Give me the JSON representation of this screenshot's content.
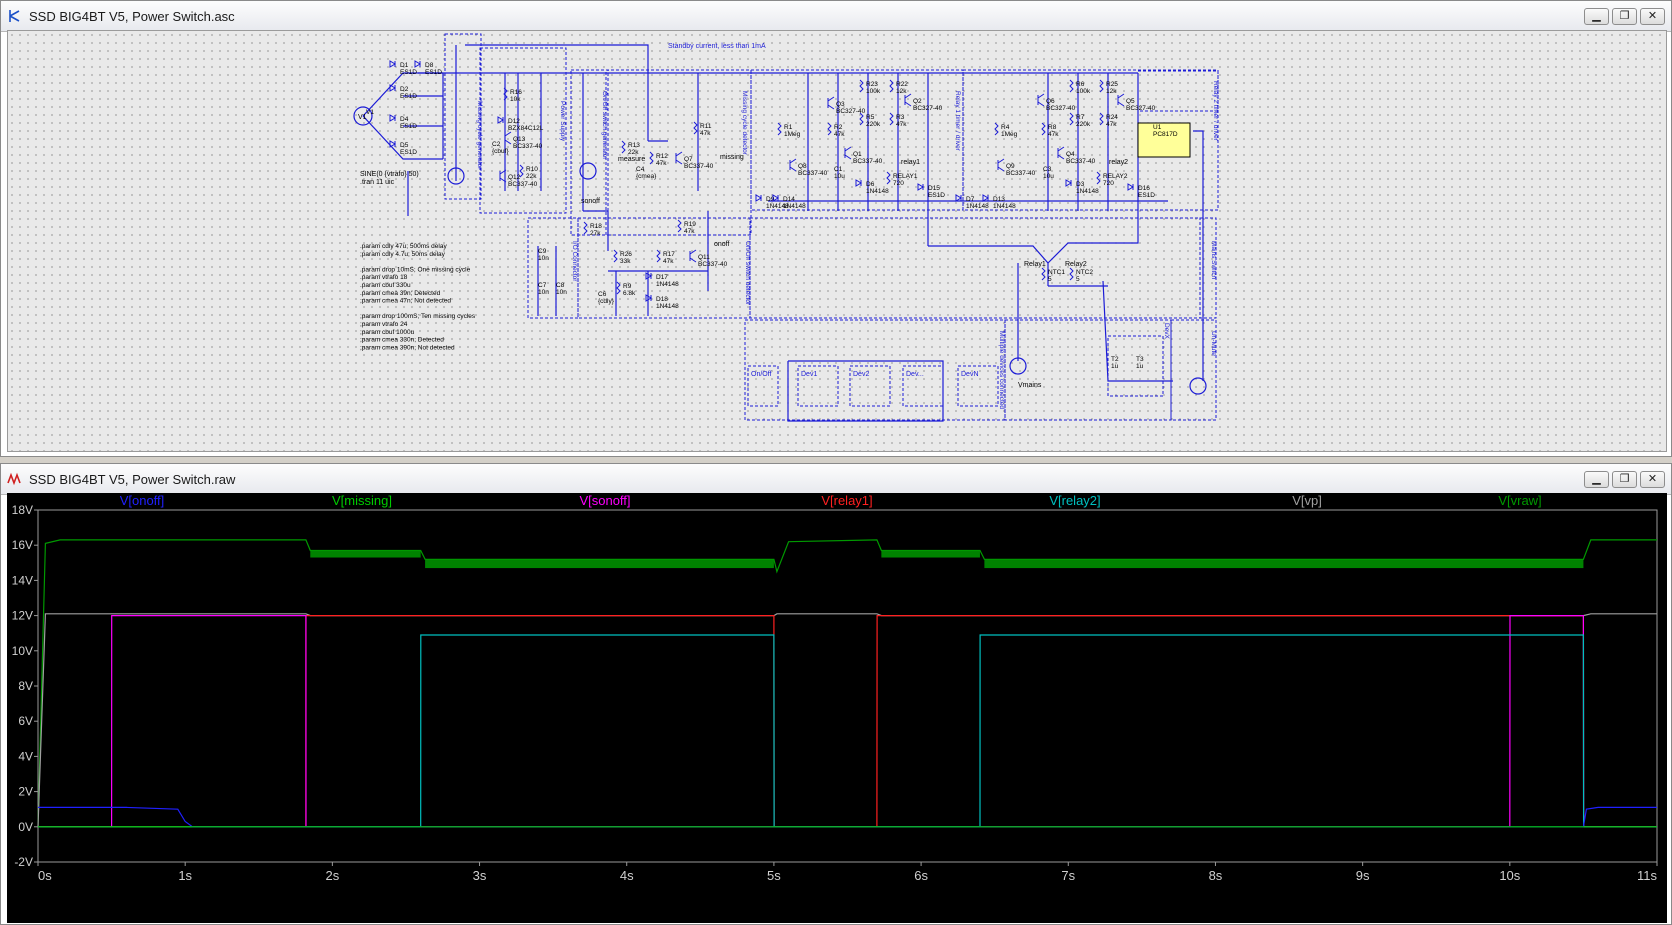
{
  "schematic_window": {
    "title": "SSD BIG4BT V5, Power Switch.asc",
    "controls": [
      "minimize",
      "restore",
      "close"
    ]
  },
  "waveform_window": {
    "title": "SSD BIG4BT V5, Power Switch.raw",
    "controls": [
      "minimize",
      "restore",
      "close"
    ]
  },
  "schematic": {
    "notes": {
      "standby": "Standby current, less than 1mA",
      "source": "SINE(0 {vtrafo} 50)",
      "tran": ".tran 11 uic",
      "params": [
        ".param cdly 47u; 500ms delay",
        ";param cdly 4.7u; 50ms delay",
        "",
        ".param drop 10mS; One missing cycle",
        ".param vtrafo 18",
        ".param cbuf 330u",
        ".param cmea 39n; Detected",
        ";param cmea 47n; Not detected",
        "",
        ";param drop 100mS; Ten missing cycles",
        ";param vtrafo 24",
        ";param cbuf 1000u",
        ";param cmea 330n; Detected",
        ";param cmea 390n; Not detected"
      ]
    },
    "section_labels": [
      "Missing cycle generator",
      "Power Supply",
      "On/Off switch generator",
      "Missing cycle detector",
      "Relay 1 timer / driver",
      "Relay 2 timer / driver",
      "I/O Connector",
      "On/Off switch detector",
      "Mains Switch",
      "Multiple devices connected",
      "DevX",
      "Un-Mute"
    ],
    "components": [
      {
        "ref": "V1"
      },
      {
        "ref": "D1",
        "val": "ES1D"
      },
      {
        "ref": "D2",
        "val": "ES1D"
      },
      {
        "ref": "D4",
        "val": "ES1D"
      },
      {
        "ref": "D5",
        "val": "ES1D"
      },
      {
        "ref": "D8",
        "val": "ES1D"
      },
      {
        "ref": "R16",
        "val": "10k"
      },
      {
        "ref": "D12",
        "val": "BZX84C12L"
      },
      {
        "ref": "C2",
        "val": "{cbuf}"
      },
      {
        "ref": "Q12",
        "val": "BC337-40"
      },
      {
        "ref": "R10",
        "val": "22k"
      },
      {
        "ref": "Q13",
        "val": "BC337-40"
      },
      {
        "ref": "R13",
        "val": "22k"
      },
      {
        "ref": "C4",
        "val": "{cmea}"
      },
      {
        "ref": "R12",
        "val": "47k"
      },
      {
        "ref": "Q7",
        "val": "BC337-40"
      },
      {
        "ref": "R11",
        "val": "47k"
      },
      {
        "ref": "R1",
        "val": "1Meg"
      },
      {
        "ref": "R2",
        "val": "47k"
      },
      {
        "ref": "R23",
        "val": "100k"
      },
      {
        "ref": "R5",
        "val": "220k"
      },
      {
        "ref": "R22",
        "val": "12k"
      },
      {
        "ref": "R3",
        "val": "47k"
      },
      {
        "ref": "Q3",
        "val": "BC327-40"
      },
      {
        "ref": "Q2",
        "val": "BC327-40"
      },
      {
        "ref": "Q1",
        "val": "BC337-40"
      },
      {
        "ref": "Q8",
        "val": "BC337-40"
      },
      {
        "ref": "C1",
        "val": "10u"
      },
      {
        "ref": "D9",
        "val": "1N4148"
      },
      {
        "ref": "D14",
        "val": "1N4148"
      },
      {
        "ref": "D6",
        "val": "1N4148"
      },
      {
        "ref": "RELAY1",
        "val": "720"
      },
      {
        "ref": "D15",
        "val": "ES1D"
      },
      {
        "ref": "R4",
        "val": "1Meg"
      },
      {
        "ref": "R8",
        "val": "47k"
      },
      {
        "ref": "R6",
        "val": "100k"
      },
      {
        "ref": "R7",
        "val": "220k"
      },
      {
        "ref": "R25",
        "val": "12k"
      },
      {
        "ref": "R24",
        "val": "47k"
      },
      {
        "ref": "Q6",
        "val": "BC327-40"
      },
      {
        "ref": "Q5",
        "val": "BC327-40"
      },
      {
        "ref": "Q4",
        "val": "BC337-40"
      },
      {
        "ref": "Q9",
        "val": "BC337-40"
      },
      {
        "ref": "C3",
        "val": "10u"
      },
      {
        "ref": "D7",
        "val": "1N4148"
      },
      {
        "ref": "D13",
        "val": "1N4148"
      },
      {
        "ref": "D3",
        "val": "1N4148"
      },
      {
        "ref": "RELAY2",
        "val": "720"
      },
      {
        "ref": "D16",
        "val": "ES1D"
      },
      {
        "ref": "U1",
        "val": "PC817D"
      },
      {
        "ref": "R18",
        "val": "27k"
      },
      {
        "ref": "C9",
        "val": "10n"
      },
      {
        "ref": "C7",
        "val": "10n"
      },
      {
        "ref": "C8",
        "val": "10n"
      },
      {
        "ref": "R26",
        "val": "33k"
      },
      {
        "ref": "C6",
        "val": "{cdly}"
      },
      {
        "ref": "R9",
        "val": "6.8k"
      },
      {
        "ref": "R17",
        "val": "47k"
      },
      {
        "ref": "D17",
        "val": "1N4148"
      },
      {
        "ref": "D18",
        "val": "1N4148"
      },
      {
        "ref": "R19",
        "val": "47k"
      },
      {
        "ref": "Q11",
        "val": "BC337-40"
      },
      {
        "ref": "NTC1",
        "val": "5"
      },
      {
        "ref": "NTC2",
        "val": "5"
      },
      {
        "ref": "T2",
        "val": "1u"
      },
      {
        "ref": "T3",
        "val": "1u"
      }
    ],
    "net_labels": [
      "measure",
      "missing",
      "sonoff",
      "onoff",
      "relay1",
      "relay2",
      "Relay1",
      "Relay2",
      "Vmains"
    ],
    "device_boxes": [
      "On/Off",
      "Dev1",
      "Dev2",
      "Dev...",
      "DevN"
    ]
  },
  "plot": {
    "traces": [
      {
        "name": "V[onoff]",
        "color": "#2020ff"
      },
      {
        "name": "V[missing]",
        "color": "#00cc00"
      },
      {
        "name": "V[sonoff]",
        "color": "#ff00ff"
      },
      {
        "name": "V[relay1]",
        "color": "#ff2020"
      },
      {
        "name": "V[relay2]",
        "color": "#00c0c0"
      },
      {
        "name": "V[vp]",
        "color": "#a0a0a0"
      },
      {
        "name": "V[vraw]",
        "color": "#009900"
      }
    ],
    "y_ticks": [
      "18V",
      "16V",
      "14V",
      "12V",
      "10V",
      "8V",
      "6V",
      "4V",
      "2V",
      "0V",
      "-2V"
    ],
    "x_ticks": [
      "0s",
      "1s",
      "2s",
      "3s",
      "4s",
      "5s",
      "6s",
      "7s",
      "8s",
      "9s",
      "10s",
      "11s"
    ]
  },
  "chart_data": {
    "type": "line",
    "xlabel": "",
    "ylabel": "",
    "xlim": [
      0,
      11
    ],
    "ylim": [
      -2,
      18
    ],
    "grid": false,
    "legend": "top",
    "series": [
      {
        "name": "V[vraw]",
        "x": [
          0,
          0.05,
          0.15,
          1.82,
          1.85,
          2.6,
          2.63,
          5.0,
          5.02,
          5.1,
          5.7,
          5.73,
          6.4,
          6.43,
          10.0,
          10.5,
          10.55,
          11
        ],
        "y": [
          0,
          16.1,
          16.3,
          16.3,
          15.7,
          15.7,
          15.2,
          15.2,
          14.5,
          16.2,
          16.3,
          15.7,
          15.7,
          15.2,
          15.2,
          15.2,
          16.3,
          16.3
        ]
      },
      {
        "name": "V[vp]",
        "x": [
          0,
          0.05,
          1.82,
          1.85,
          5.0,
          5.02,
          5.7,
          5.73,
          10.5,
          10.55,
          11
        ],
        "y": [
          0,
          12.1,
          12.1,
          12.0,
          12.0,
          12.1,
          12.1,
          12.0,
          12.0,
          12.1,
          12.1
        ]
      },
      {
        "name": "V[relay1]",
        "x": [
          0,
          1.82,
          1.821,
          5.0,
          5.001,
          5.7,
          5.701,
          10.0,
          10.001,
          10.5,
          10.501,
          11
        ],
        "y": [
          0,
          0,
          12.0,
          12.0,
          0,
          0,
          12.0,
          12.0,
          12.0,
          12.0,
          0,
          0
        ]
      },
      {
        "name": "V[sonoff]",
        "x": [
          0,
          0.5,
          0.501,
          1.82,
          1.821,
          10.0,
          10.001,
          10.5,
          10.501,
          11
        ],
        "y": [
          0,
          0,
          12.0,
          12.0,
          0,
          0,
          12.0,
          12.0,
          0,
          0
        ]
      },
      {
        "name": "V[relay2]",
        "x": [
          0,
          2.6,
          2.601,
          5.0,
          5.001,
          6.4,
          6.401,
          10.5,
          10.501,
          11
        ],
        "y": [
          0,
          0,
          10.9,
          10.9,
          0,
          0,
          10.9,
          10.9,
          0,
          0
        ]
      },
      {
        "name": "V[onoff]",
        "x": [
          0,
          0.6,
          0.95,
          1.0,
          1.05,
          10.5,
          10.52,
          10.6,
          11
        ],
        "y": [
          1.1,
          1.1,
          1.0,
          0.3,
          0,
          0,
          1.0,
          1.1,
          1.1
        ]
      },
      {
        "name": "V[missing]",
        "x": [
          0,
          11
        ],
        "y": [
          0,
          0
        ]
      }
    ]
  }
}
